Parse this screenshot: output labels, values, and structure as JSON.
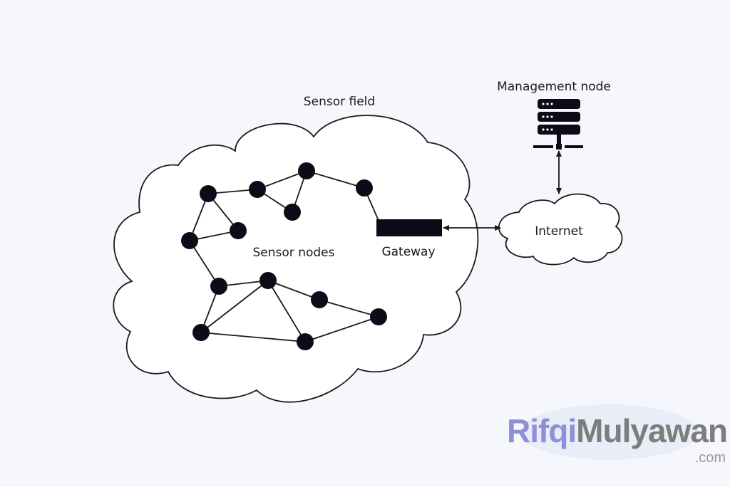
{
  "labels": {
    "sensor_field": "Sensor field",
    "sensor_nodes": "Sensor nodes",
    "gateway": "Gateway",
    "internet": "Internet",
    "management_node": "Management node"
  },
  "watermark": {
    "part1": "Rifqi",
    "part2": "Mulyawan",
    "domain": ".com"
  },
  "colors": {
    "background": "#f5f7fc",
    "node": "#0c0c18",
    "watermark_accent": "#8f8fd8",
    "watermark_gray": "#7d7d7d"
  },
  "icons": [
    "server-icon",
    "cloud-icon",
    "arrow-icon"
  ]
}
